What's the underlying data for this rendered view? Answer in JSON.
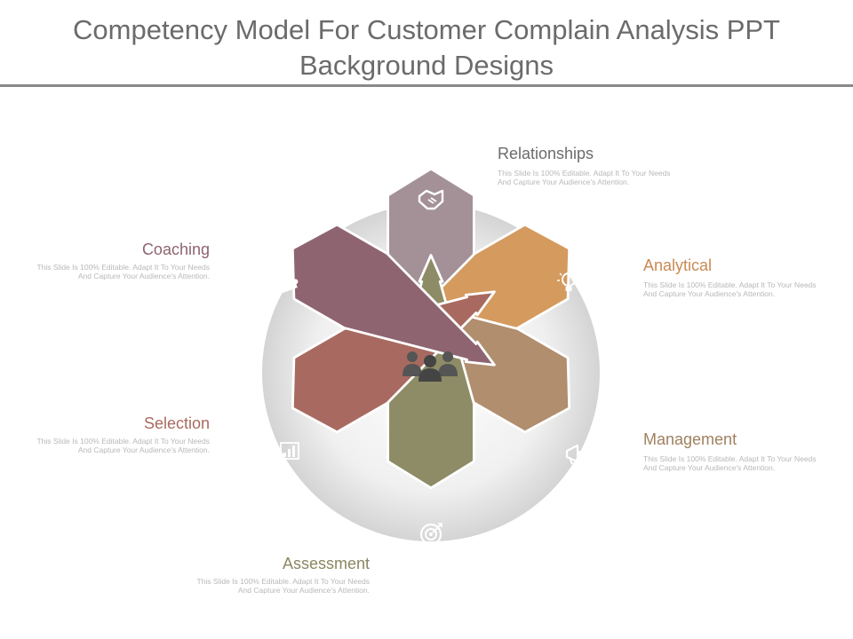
{
  "title": "Competency Model For Customer Complain Analysis PPT Background Designs",
  "description": "This Slide Is 100% Editable. Adapt It To Your Needs And Capture Your Audience's Attention.",
  "segments": [
    {
      "id": "relationships",
      "label": "Relationships",
      "color": "#a49198",
      "label_color": "#6b6b6b",
      "icon": "handshake-icon"
    },
    {
      "id": "analytical",
      "label": "Analytical",
      "color": "#d49a5e",
      "label_color": "#c88a52",
      "icon": "lightbulb-icon"
    },
    {
      "id": "management",
      "label": "Management",
      "color": "#b08e6e",
      "label_color": "#a08060",
      "icon": "megaphone-icon"
    },
    {
      "id": "assessment",
      "label": "Assessment",
      "color": "#8e8c66",
      "label_color": "#8a8660",
      "icon": "target-icon"
    },
    {
      "id": "selection",
      "label": "Selection",
      "color": "#a86a60",
      "label_color": "#a86a5e",
      "icon": "bar-chart-icon"
    },
    {
      "id": "coaching",
      "label": "Coaching",
      "color": "#8e6470",
      "label_color": "#8e6470",
      "icon": "puzzle-icon"
    }
  ],
  "center_icon": "team-icon"
}
